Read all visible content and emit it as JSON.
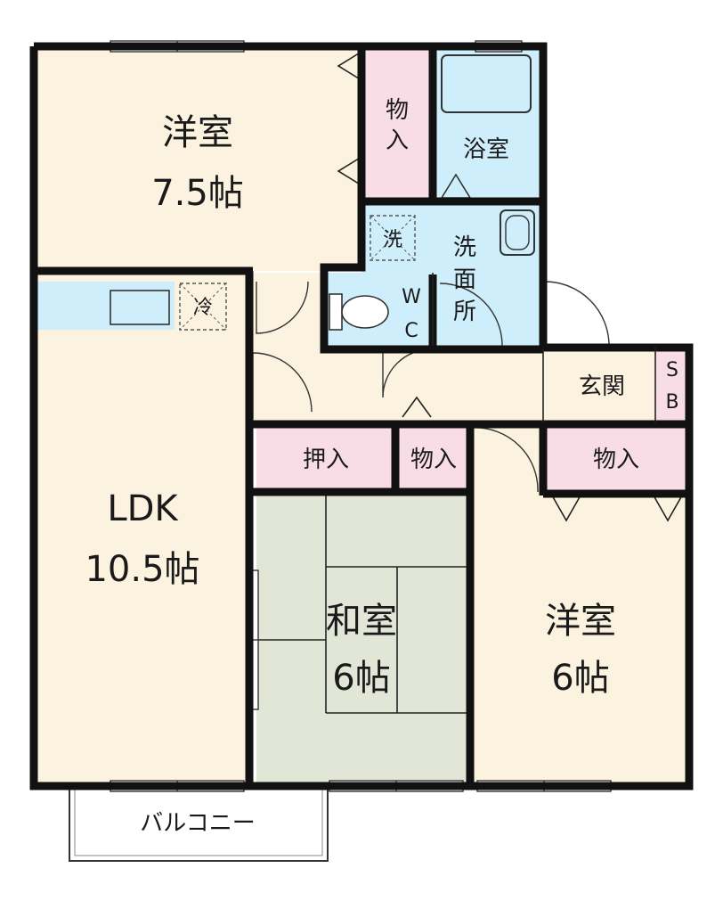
{
  "rooms": {
    "western_north": {
      "name": "洋室",
      "size": "7.5帖"
    },
    "ldk": {
      "name": "LDK",
      "size": "10.5帖"
    },
    "japanese": {
      "name": "和室",
      "size": "6帖"
    },
    "western_south": {
      "name": "洋室",
      "size": "6帖"
    }
  },
  "labels": {
    "closet_vertical": [
      "物",
      "入"
    ],
    "bathroom": "浴室",
    "washer": "洗",
    "washroom_vertical": [
      "洗",
      "面",
      "所"
    ],
    "toilet_vertical": [
      "W",
      "C"
    ],
    "fridge": "冷",
    "entrance": "玄関",
    "shoe_box_vertical": [
      "S",
      "B"
    ],
    "oshiire": "押入",
    "closet_center": "物入",
    "closet_right": "物入",
    "balcony": "バルコニー"
  },
  "colors": {
    "floor": "#fbf3df",
    "tatami": "#e2e6d6",
    "closet": "#f9dde6",
    "wet_area": "#cfeefb",
    "wall": "#111111"
  }
}
